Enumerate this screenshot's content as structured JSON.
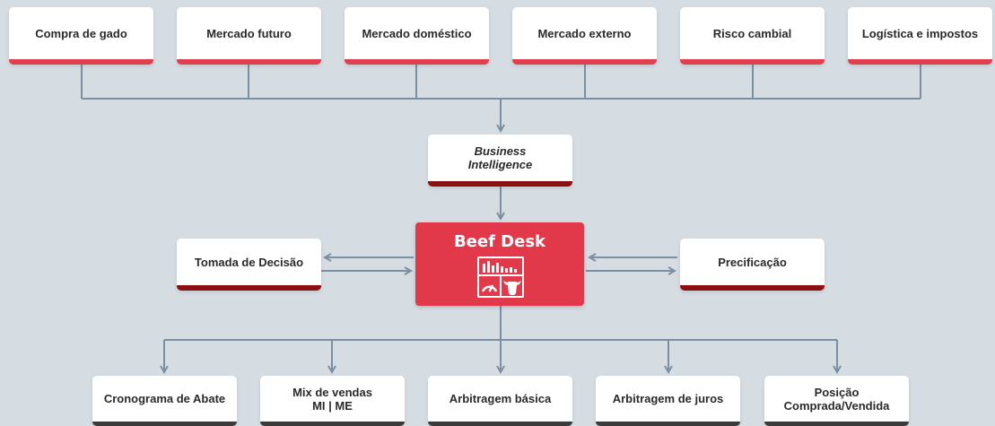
{
  "diagram": {
    "inputs": [
      "Compra de gado",
      "Mercado futuro",
      "Mercado doméstico",
      "Mercado externo",
      "Risco cambial",
      "Logística e impostos"
    ],
    "business_intelligence": "Business\nIntelligence",
    "hub": {
      "title": "Beef Desk",
      "icons": [
        "bar-chart-icon",
        "gauge-icon",
        "cattle-head-icon"
      ]
    },
    "left": "Tomada de Decisão",
    "right": "Precificação",
    "outputs": [
      "Cronograma de Abate",
      "Mix de vendas\nMI | ME",
      "Arbitragem básica",
      "Arbitragem de juros",
      "Posição\nComprada/Vendida"
    ],
    "colors": {
      "background": "#d5dde2",
      "accent_red": "#e0404e",
      "dark_red": "#8c1010",
      "connector": "#7b8fa2",
      "output_underline": "#3b3b3b"
    }
  }
}
